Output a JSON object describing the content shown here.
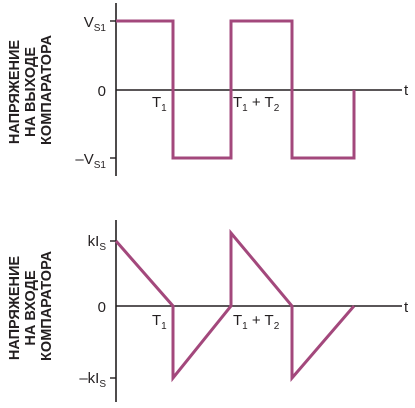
{
  "colors": {
    "waveform": "#a3487c",
    "axis": "#231f20"
  },
  "top_panel": {
    "ylabel_lines": [
      "НАПРЯЖЕНИЕ",
      "НА ВЫХОДЕ",
      "КОМПАРАТОРА"
    ],
    "y_high": {
      "main": "V",
      "sub": "S1"
    },
    "y_zero": "0",
    "y_low": {
      "main": "–V",
      "sub": "S1"
    },
    "t1": {
      "main": "T",
      "sub": "1"
    },
    "t1t2": {
      "a": "T",
      "a_sub": "1",
      "plus": " + T",
      "b_sub": "2"
    },
    "x_axis_label": "t"
  },
  "bottom_panel": {
    "ylabel_lines": [
      "НАПРЯЖЕНИЕ",
      "НА ВХОДЕ",
      "КОМПАРАТОРА"
    ],
    "y_high": {
      "main": "kI",
      "sub": "S"
    },
    "y_zero": "0",
    "y_low": {
      "main": "–kI",
      "sub": "S"
    },
    "t1": {
      "main": "T",
      "sub": "1"
    },
    "t1t2": {
      "a": "T",
      "a_sub": "1",
      "plus": " + T",
      "b_sub": "2"
    },
    "x_axis_label": "t"
  }
}
